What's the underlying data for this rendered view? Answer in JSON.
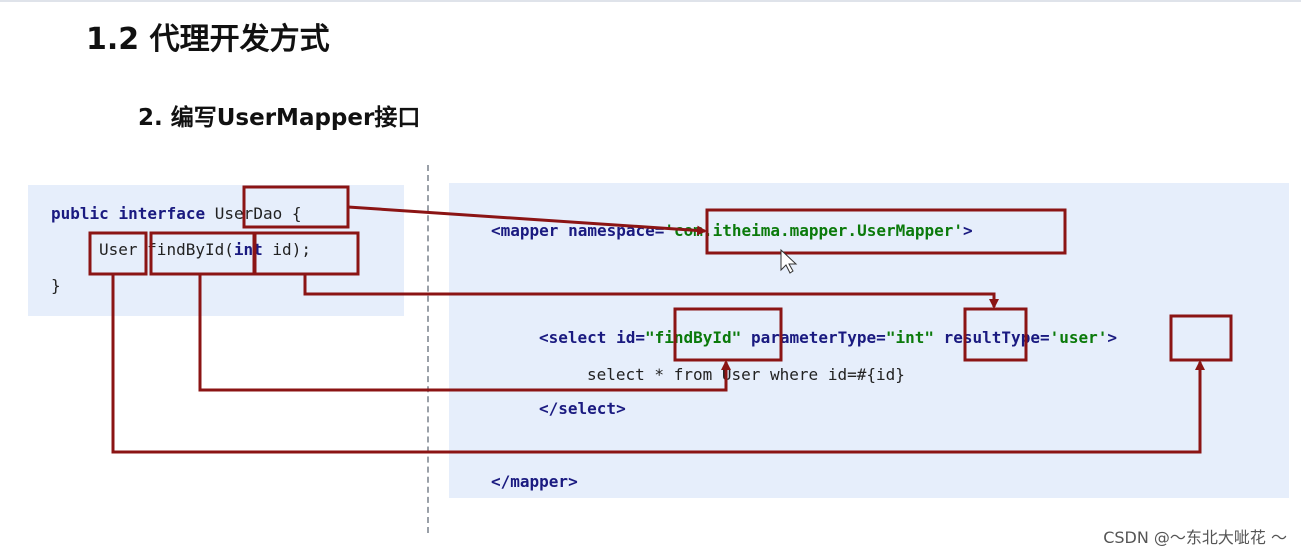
{
  "header": {
    "title": "1.2 代理开发方式",
    "subtitle": "2. 编写UserMapper接口"
  },
  "left_code": {
    "line1_public": "public",
    "line1_interface": "interface",
    "line1_name": "UserDao",
    "line1_brace": "{",
    "line2_return": "User",
    "line2_method": "findById",
    "line2_paren_open": "(",
    "line2_param_type": "int",
    "line2_param": "id);",
    "line3_close": "}"
  },
  "right_code": {
    "mapper_open_tag": "<mapper",
    "namespace_attr": "namespace=",
    "namespace_value": "'com.itheima.mapper.UserMapper'",
    "mapper_open_end": ">",
    "select_open_tag": "<select",
    "id_attr": "id=",
    "id_value": "\"findById\"",
    "param_attr": "parameterType=",
    "param_value": "\"int\"",
    "result_attr": "resultType=",
    "result_value": "'user'",
    "select_open_end": ">",
    "sql": "select * from User where id=#{id}",
    "select_close": "</select>",
    "mapper_close": "</mapper>"
  },
  "highlight_color": "#8b1414",
  "watermark": "CSDN @～东北大呲花 ～"
}
